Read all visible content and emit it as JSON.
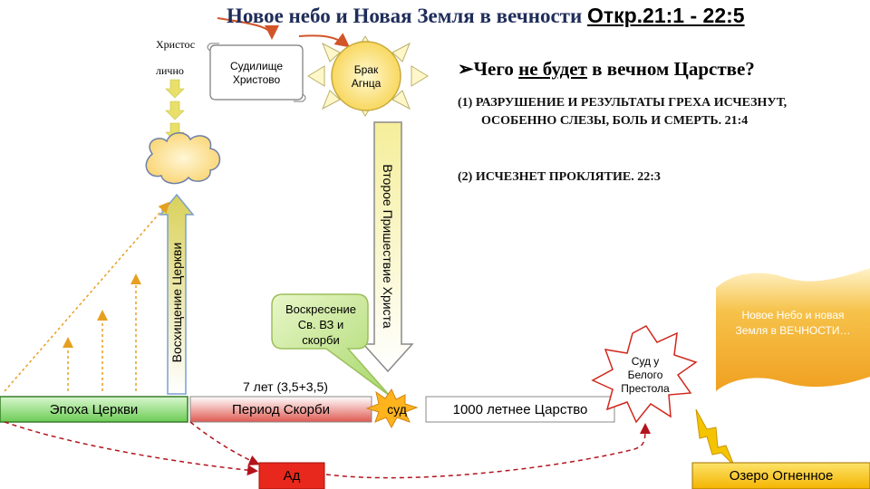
{
  "title": {
    "main": "Новое небо и Новая Земля в вечности",
    "reference": "Откр.21:1 - 22:5"
  },
  "christ_label": {
    "line1": "Христос",
    "line2": "лично"
  },
  "scroll_label": {
    "line1": "Судилище",
    "line2": "Христово"
  },
  "sun_label": {
    "line1": "Брак",
    "line2": "Агнца"
  },
  "question": {
    "bullet": "➢",
    "before": "Чего ",
    "underlined": "не будет",
    "after": " в вечном Царстве?"
  },
  "points": [
    "(1) РАЗРУШЕНИЕ И РЕЗУЛЬТАТЫ ГРЕХА ИСЧЕЗНУТ, ОСОБЕННО СЛЕЗЫ, БОЛЬ И СМЕРТЬ. 21:4",
    "(2) ИСЧЕЗНЕТ ПРОКЛЯТИЕ. 22:3"
  ],
  "vertical_labels": {
    "rapture": "Восхищение Церкви",
    "second_coming": "Второе Пришествие Христа"
  },
  "callout": {
    "line1": "Воскресение",
    "line2": "Св. ВЗ и",
    "line3": "скорби"
  },
  "tribulation_years": "7 лет (3,5+3,5)",
  "timeline": {
    "church_age": "Эпоха Церкви",
    "tribulation": "Период Скорби",
    "judgment": "суд",
    "millennium": "1000 летнее Царство"
  },
  "white_throne": {
    "line1": "Суд у",
    "line2": "Белого",
    "line3": "Престола"
  },
  "new_heaven": {
    "line1": "Новое Небо и новая",
    "line2": "Земля в ВЕЧНОСТИ…"
  },
  "hell": "Ад",
  "lake_of_fire": "Озеро Огненное",
  "colors": {
    "title": "#1f2d5a",
    "green_box": "#7ed36a",
    "tribulation_red": "#e0504a",
    "hell_red": "#e8281c",
    "lake_yellow": "#f7c600",
    "orange_banner": "#f3a52a",
    "arrow_yellow": "#e8dc62",
    "dashed_red": "#b3141c",
    "dashed_orange": "#e6a020"
  }
}
